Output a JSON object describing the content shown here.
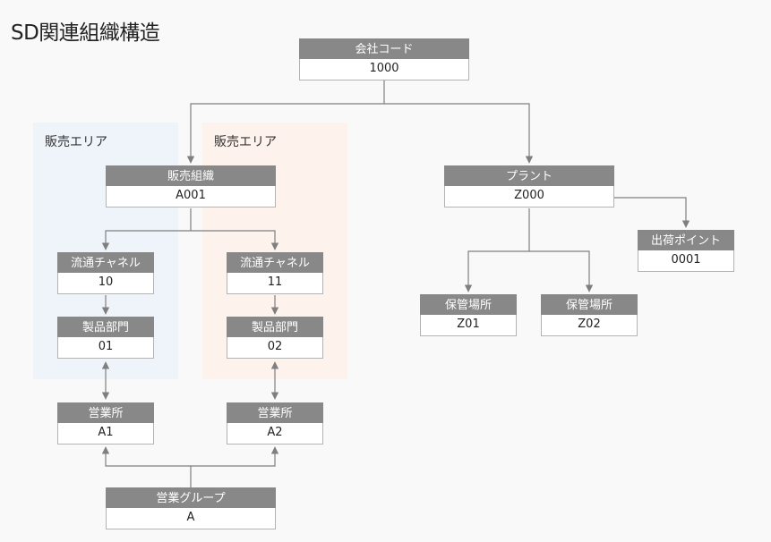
{
  "diagram": {
    "title": "SD関連組織構造",
    "colors": {
      "header_fill": "#888888",
      "header_text": "#ffffff",
      "value_border": "#b3b3b3",
      "connector": "#7f7f7f",
      "region_blue": "#eef4f9",
      "region_orange": "#fdf2ec"
    },
    "regions": [
      {
        "id": "sales-area-1",
        "label": "販売エリア",
        "color": "#eef4f9"
      },
      {
        "id": "sales-area-2",
        "label": "販売エリア",
        "color": "#fdf2ec"
      }
    ],
    "nodes": [
      {
        "id": "company-code",
        "header": "会社コード",
        "value": "1000"
      },
      {
        "id": "sales-org",
        "header": "販売組織",
        "value": "A001"
      },
      {
        "id": "plant",
        "header": "プラント",
        "value": "Z000"
      },
      {
        "id": "dist-channel-1",
        "header": "流通チャネル",
        "value": "10"
      },
      {
        "id": "dist-channel-2",
        "header": "流通チャネル",
        "value": "11"
      },
      {
        "id": "shipping-point",
        "header": "出荷ポイント",
        "value": "0001"
      },
      {
        "id": "division-1",
        "header": "製品部門",
        "value": "01"
      },
      {
        "id": "division-2",
        "header": "製品部門",
        "value": "02"
      },
      {
        "id": "storage-location-1",
        "header": "保管場所",
        "value": "Z01"
      },
      {
        "id": "storage-location-2",
        "header": "保管場所",
        "value": "Z02"
      },
      {
        "id": "sales-office-1",
        "header": "営業所",
        "value": "A1"
      },
      {
        "id": "sales-office-2",
        "header": "営業所",
        "value": "A2"
      },
      {
        "id": "sales-group",
        "header": "営業グループ",
        "value": "A"
      }
    ],
    "edges": [
      {
        "from": "company-code",
        "to": "sales-org",
        "type": "arrow"
      },
      {
        "from": "company-code",
        "to": "plant",
        "type": "arrow"
      },
      {
        "from": "sales-org",
        "to": "dist-channel-1",
        "type": "arrow"
      },
      {
        "from": "sales-org",
        "to": "dist-channel-2",
        "type": "arrow"
      },
      {
        "from": "dist-channel-1",
        "to": "division-1",
        "type": "arrow"
      },
      {
        "from": "dist-channel-2",
        "to": "division-2",
        "type": "arrow"
      },
      {
        "from": "plant",
        "to": "shipping-point",
        "type": "arrow"
      },
      {
        "from": "plant",
        "to": "storage-location-1",
        "type": "arrow"
      },
      {
        "from": "plant",
        "to": "storage-location-2",
        "type": "arrow"
      },
      {
        "from": "division-1",
        "to": "sales-office-1",
        "type": "bidirectional"
      },
      {
        "from": "division-2",
        "to": "sales-office-2",
        "type": "bidirectional"
      },
      {
        "from": "sales-group",
        "to": "sales-office-1",
        "type": "arrow"
      },
      {
        "from": "sales-group",
        "to": "sales-office-2",
        "type": "arrow"
      }
    ]
  }
}
